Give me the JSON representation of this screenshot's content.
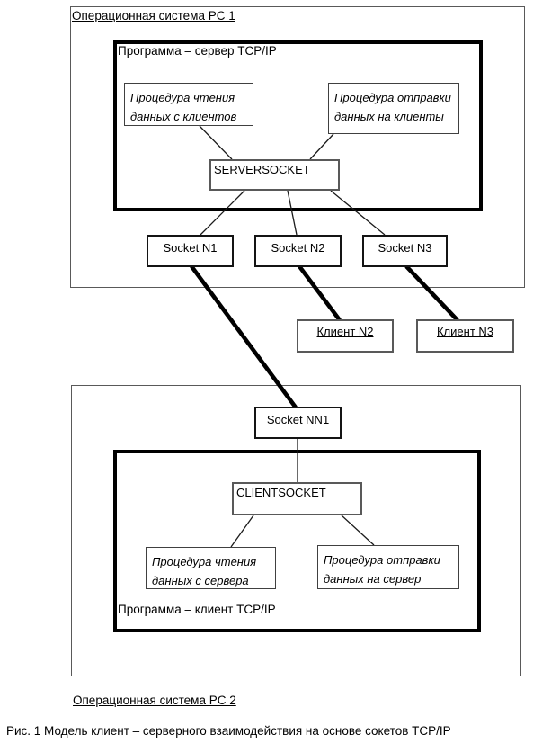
{
  "page": {
    "caption": "Рис. 1 Модель клиент – серверного взаимодействия на основе сокетов TCP/IP"
  },
  "os1": {
    "label": "Операционная система PC 1",
    "program_label": "Программа – сервер TCP/IP",
    "proc_read": "Процедура чтения данных с клиентов",
    "proc_send": "Процедура отправки данных на клиенты",
    "server_socket": "SERVERSOCKET",
    "sockets": [
      "Socket N1",
      "Socket N2",
      "Socket N3"
    ]
  },
  "clients": {
    "n2": "Клиент N2",
    "n3": "Клиент N3"
  },
  "os2": {
    "label": "Операционная система PC 2",
    "program_label": "Программа – клиент TCP/IP",
    "socket_nn1": "Socket NN1",
    "client_socket": "CLIENTSOCKET",
    "proc_read": "Процедура чтения данных с сервера",
    "proc_send": "Процедура отправки данных  на сервер"
  },
  "colors": {
    "line": "#000000",
    "border_thick": "#000000",
    "border_node": "#141414",
    "border_gray": "#595959",
    "background": "#ffffff"
  }
}
